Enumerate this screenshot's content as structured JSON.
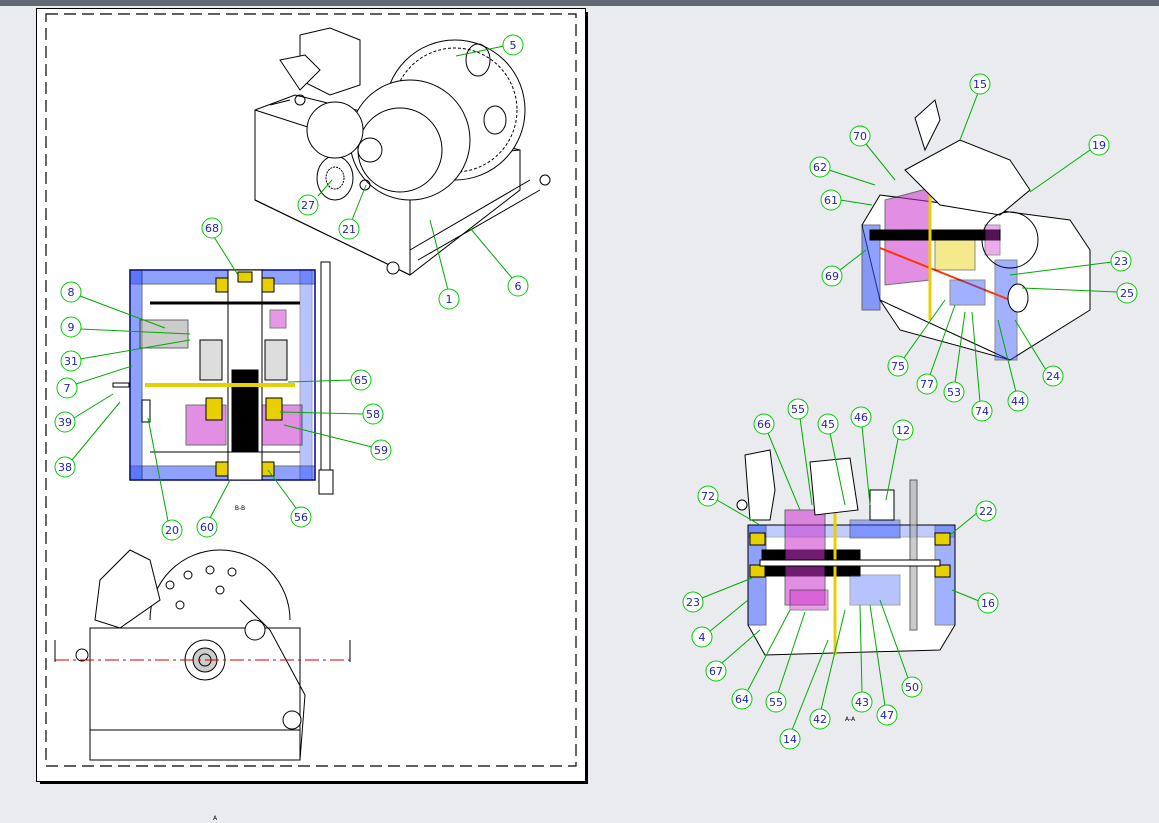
{
  "callouts": {
    "iso_top": [
      "5",
      "27",
      "21",
      "1",
      "6"
    ],
    "section_left": [
      "68",
      "8",
      "9",
      "31",
      "7",
      "39",
      "38",
      "20",
      "60",
      "56",
      "65",
      "58",
      "59"
    ],
    "iso_right": [
      "15",
      "70",
      "19",
      "62",
      "61",
      "69",
      "23",
      "25",
      "75",
      "77",
      "53",
      "74",
      "44",
      "24"
    ],
    "section_bottom": [
      "66",
      "55",
      "45",
      "46",
      "12",
      "72",
      "22",
      "23",
      "16",
      "4",
      "67",
      "64",
      "55",
      "42",
      "14",
      "43",
      "47",
      "50"
    ]
  },
  "view_labels": {
    "section_bb": "B-B",
    "section_aa": "A-A",
    "sheet_corner": "A"
  },
  "colors": {
    "callout_circle": "#00cc00",
    "callout_text": "#2222aa",
    "leader": "#00aa00",
    "section_line": "#cc0000",
    "hatch_blue": "#3355ff",
    "hatch_magenta": "#cc33cc",
    "bearing_yellow": "#e8d000",
    "shaft_black": "#000000"
  }
}
